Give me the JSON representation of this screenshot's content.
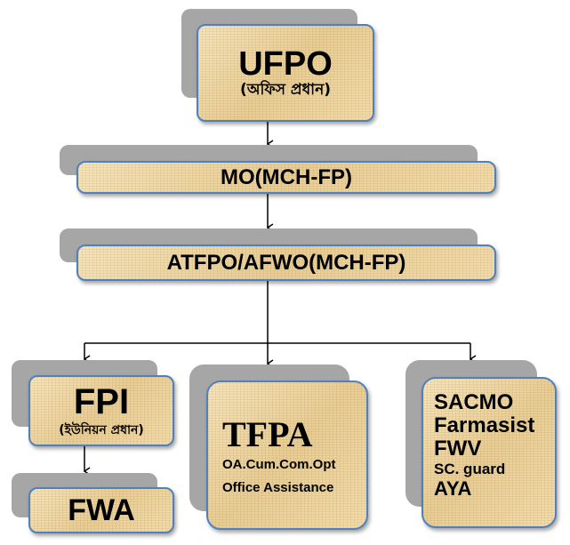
{
  "title": "Upazila Family Planning Office organogram",
  "nodes": {
    "ufpo": {
      "title": "UFPO",
      "subtitle": "(অফিস প্রধান)"
    },
    "mo": {
      "title": "MO(MCH-FP)"
    },
    "atfpo": {
      "title": "ATFPO/AFWO(MCH-FP)"
    },
    "fpi": {
      "title": "FPI",
      "subtitle": "(ইউনিয়ন প্রধান)"
    },
    "fwa": {
      "title": "FWA"
    },
    "tfpa": {
      "title": "TFPA",
      "lines": [
        "OA.Cum.Com.Opt",
        "Office Assistance"
      ]
    },
    "staff": {
      "lines": [
        "SACMO",
        "Farmasist",
        "FWV",
        "SC. guard",
        "AYA"
      ]
    }
  },
  "colors": {
    "box_fill": "#f0d9a8",
    "box_border": "#4f81bd",
    "shadow": "#a6a6a6",
    "connector": "#000000"
  }
}
